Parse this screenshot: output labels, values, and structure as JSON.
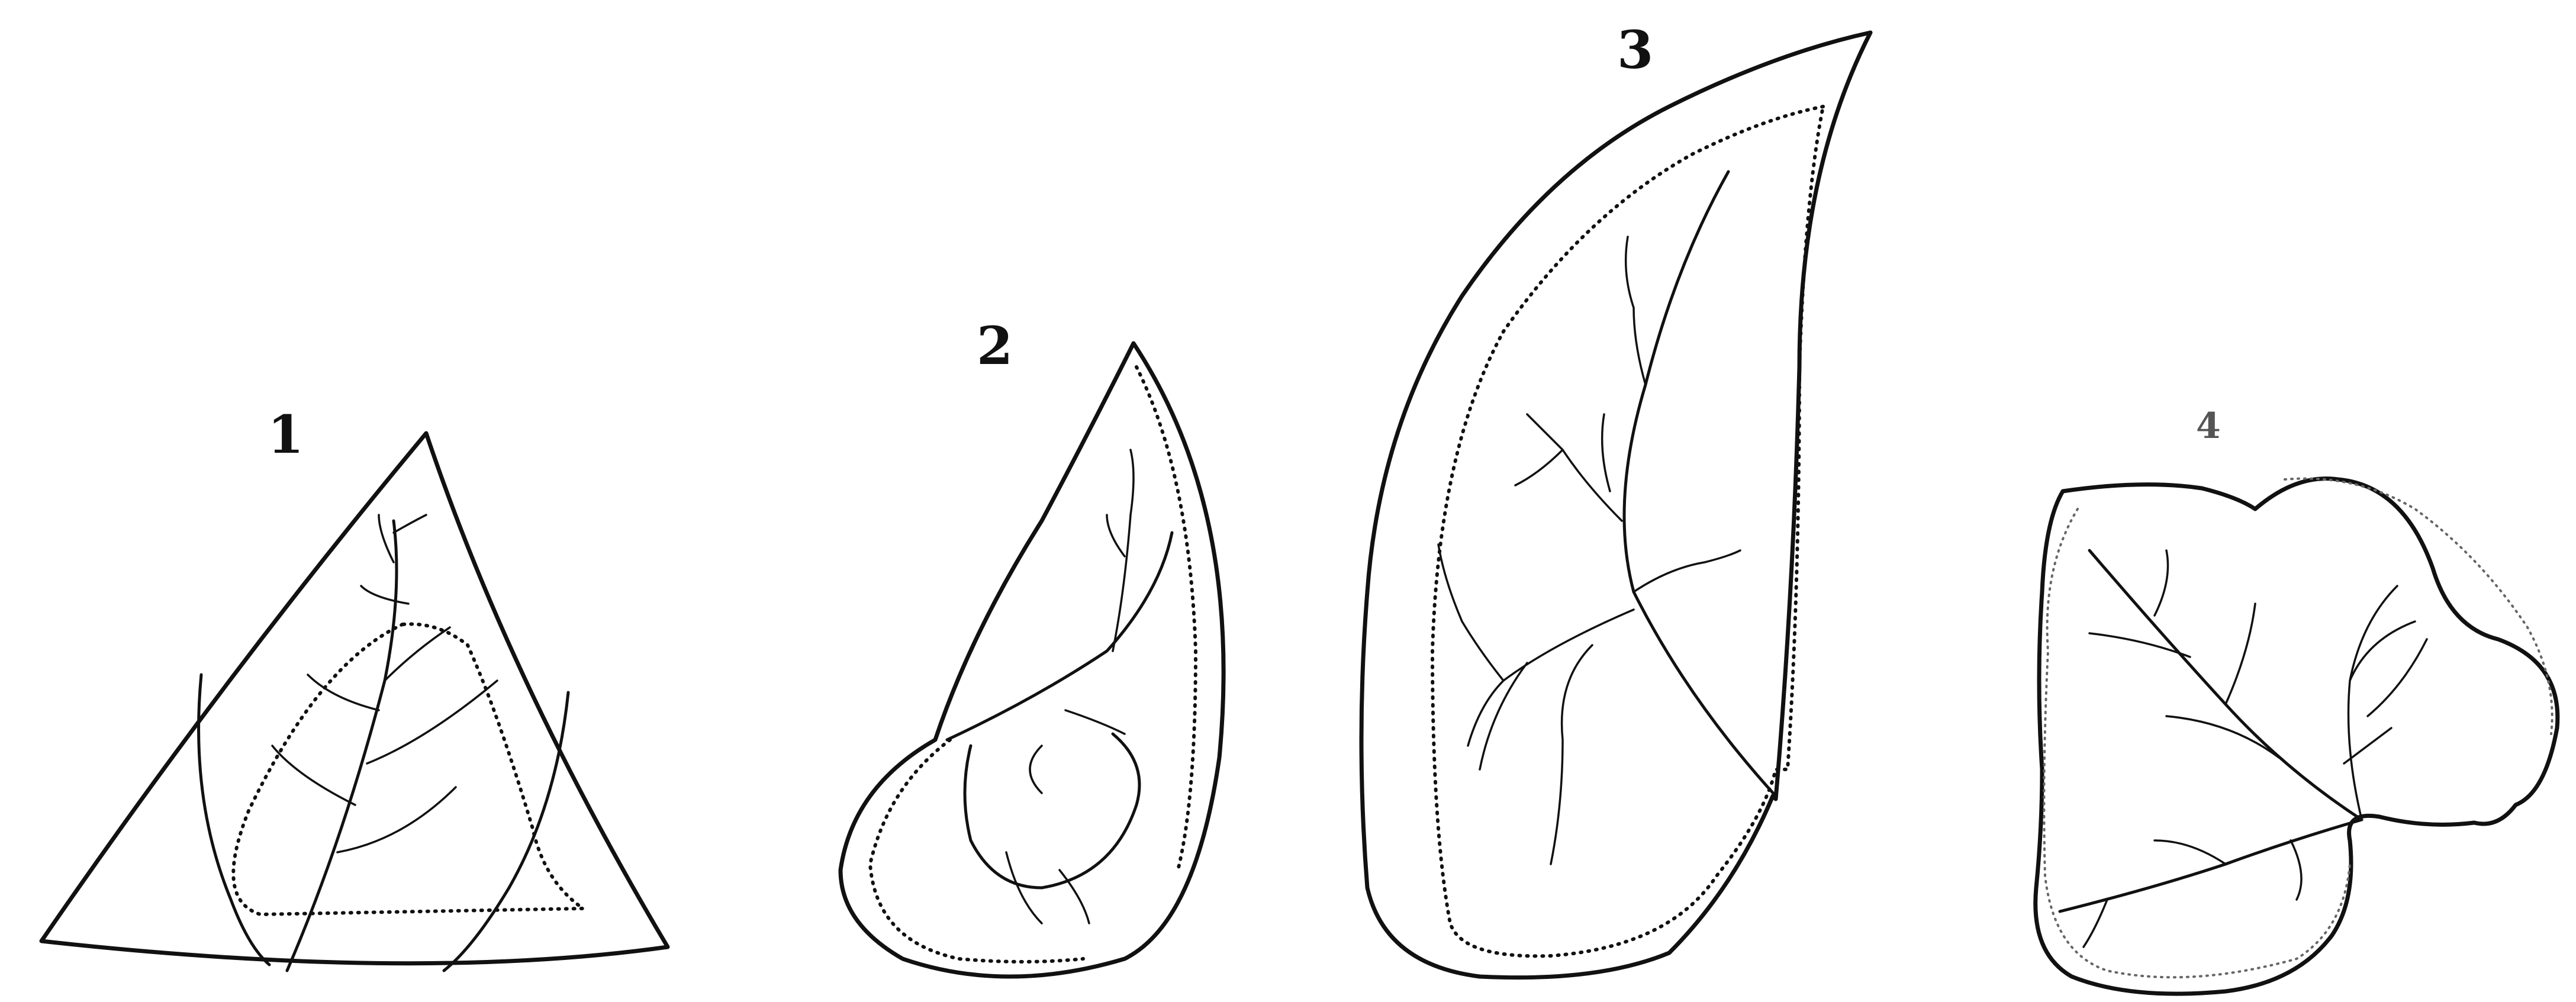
{
  "figure": {
    "labels": [
      "1",
      "2",
      "3",
      "4"
    ],
    "leaves": [
      {
        "label": "1",
        "shape": "triangular leaf"
      },
      {
        "label": "2",
        "shape": "curved pointed leaf"
      },
      {
        "label": "3",
        "shape": "large ovate leaf"
      },
      {
        "label": "4",
        "shape": "lobed leaf"
      }
    ]
  },
  "colors": {
    "ink": "#111111",
    "faint_ink": "#666666",
    "paper": "#ffffff"
  }
}
